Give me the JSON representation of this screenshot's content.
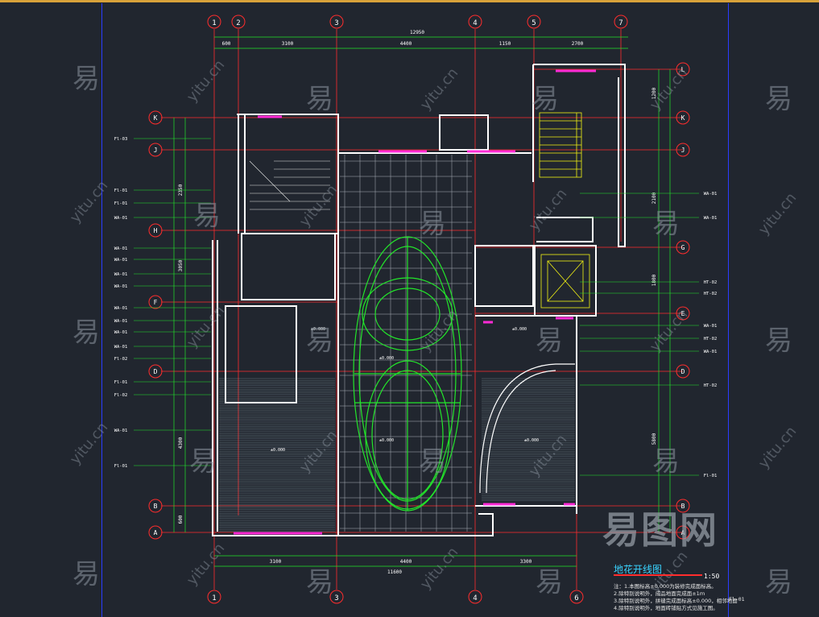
{
  "drawing": {
    "title": "地花开线图",
    "scale": "1:50",
    "notes": [
      "注：1.本图标高±0.000为装修完成面标高。",
      "2.除特别说明外，成品地面完成面±1ｍ",
      "3.除特别说明外，拼缝完成面标高±0.000，相邻地面",
      "4.除特别说明外，地面砖铺贴方式见施工图。"
    ],
    "corner_tag": "Fl-01"
  },
  "grid": {
    "columns_top": [
      "1",
      "2",
      "3",
      "4",
      "5",
      "7"
    ],
    "columns_bottom": [
      "1",
      "3",
      "4",
      "6"
    ],
    "rows_left": [
      "K",
      "J",
      "H",
      "F",
      "D",
      "B",
      "A"
    ],
    "rows_right": [
      "L",
      "K",
      "J",
      "G",
      "E",
      "D",
      "B",
      "A"
    ]
  },
  "dimensions": {
    "top_total": "12950",
    "top_segments": [
      "600",
      "3100",
      "4400",
      "1150",
      "2700"
    ],
    "bottom_segments": [
      "3100",
      "4400",
      "3300"
    ],
    "bottom_total": "11600",
    "left_segments": [
      "2350",
      "3050",
      "4300",
      "600"
    ],
    "right_segments": [
      "1200",
      "2100",
      "1800",
      "5800"
    ]
  },
  "left_tags": [
    "Fl-03",
    "Fl-01",
    "Fl-01",
    "WA-01",
    "WA-01",
    "WA-01",
    "WA-01",
    "WA-01",
    "WA-01",
    "WA-01",
    "WA-01",
    "WA-01",
    "Fl-02",
    "Fl-01",
    "Fl-02",
    "WA-01",
    "Fl-01"
  ],
  "right_tags": [
    "WA-01",
    "WA-01",
    "HT-02",
    "HT-02",
    "WA-01",
    "HT-02",
    "WA-01",
    "HT-02",
    "Fl-01"
  ],
  "room_elevations": [
    "±0.000",
    "±0.000",
    "±0.000",
    "±0.000",
    "±0.000",
    "±0.000"
  ],
  "watermark": {
    "char": "易",
    "url": "yitu.cn",
    "logo": "易图网"
  },
  "colors": {
    "background": "#21262f",
    "grid_line": "#ff2d2d",
    "wall": "#ffffff",
    "dimension": "#ffffff",
    "floor_pattern": "#22e52a",
    "tile_grid": "#ffffff",
    "accent_yellow": "#f3f314",
    "magenta": "#ff2bd6",
    "sheet_border": "#2b3cff"
  }
}
